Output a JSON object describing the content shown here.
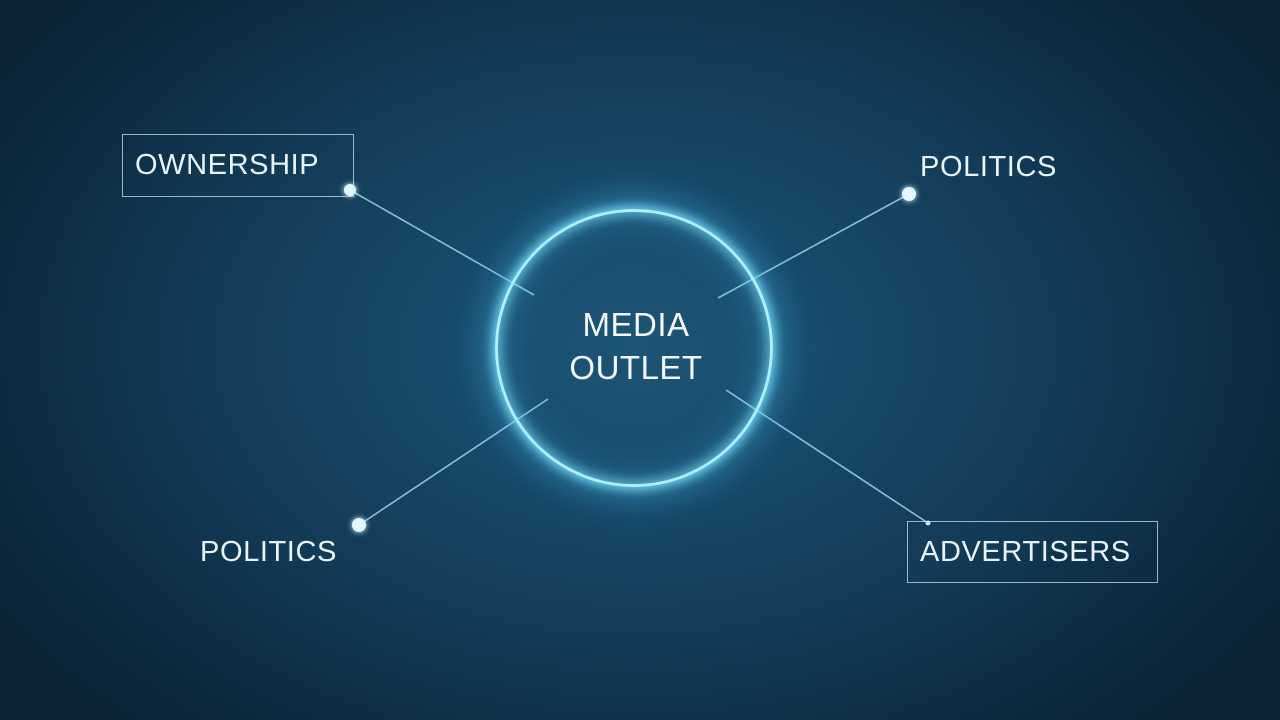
{
  "diagram": {
    "center": {
      "line1": "MEDIA",
      "line2": "OUTLET"
    },
    "nodes": [
      {
        "id": "ownership",
        "label": "OWNERSHIP",
        "boxed": true
      },
      {
        "id": "politics-top-right",
        "label": "POLITICS",
        "boxed": false
      },
      {
        "id": "politics-bottom-left",
        "label": "POLITICS",
        "boxed": false
      },
      {
        "id": "advertisers",
        "label": "ADVERTISERS",
        "boxed": true
      }
    ]
  },
  "colors": {
    "background": "#174a6a",
    "ring": "#aef0ff",
    "connector": "#9fd6ee",
    "text": "#e9f4fa"
  }
}
